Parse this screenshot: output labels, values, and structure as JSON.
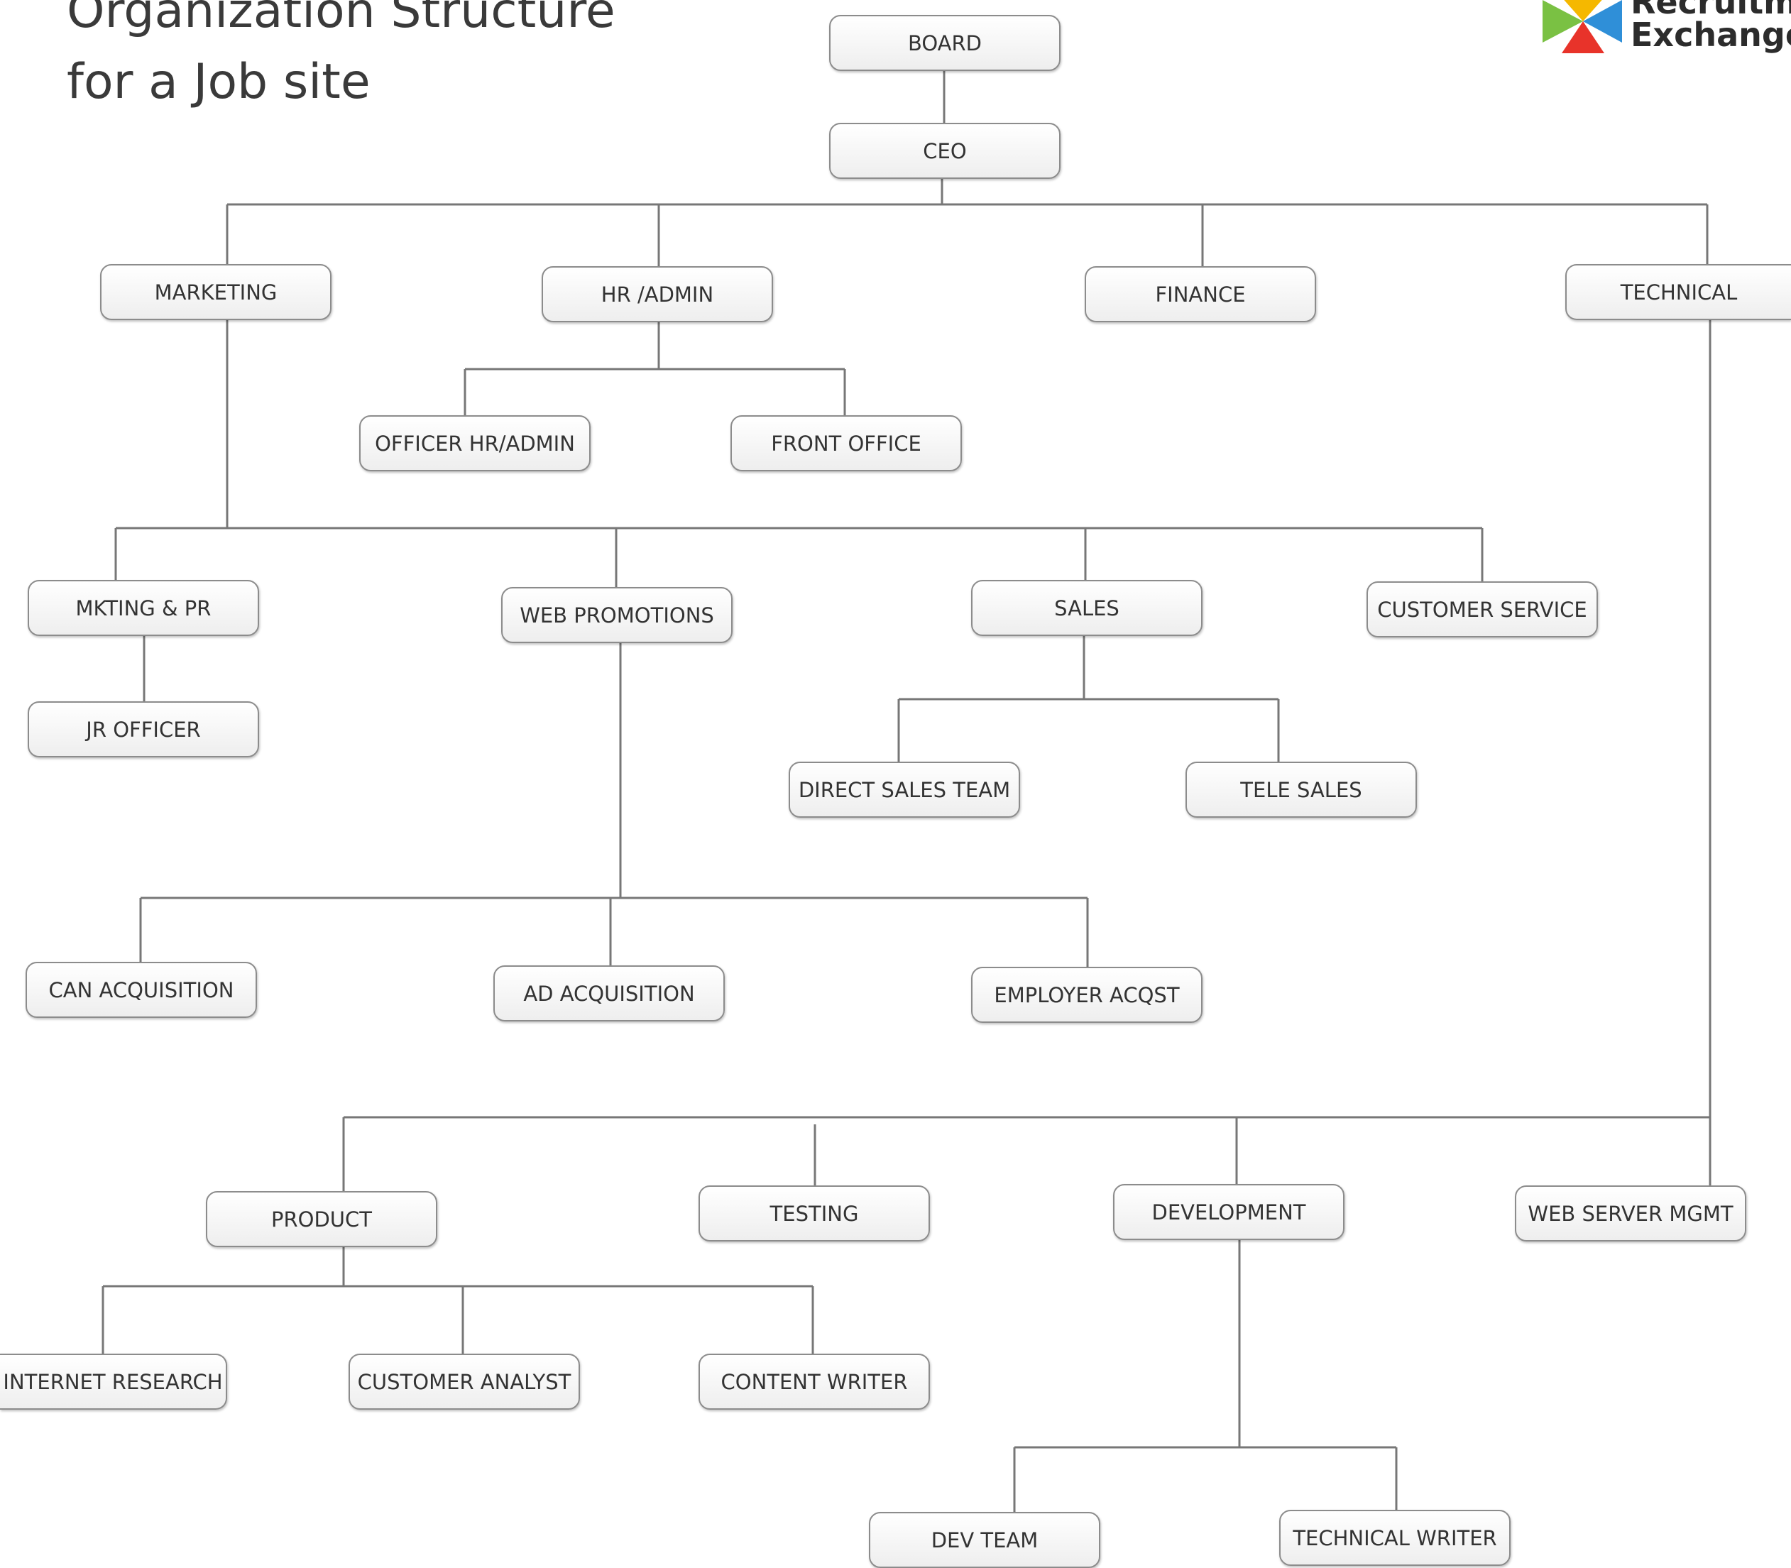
{
  "title": {
    "line1": "Organization Structure",
    "line2": "for a Job site"
  },
  "logo": {
    "line1": "Recruitment",
    "line2": "Exchange.",
    "colors": [
      "#f5b800",
      "#2f8fd8",
      "#e8332a",
      "#7ac143"
    ]
  },
  "line_color": "#777777",
  "nodes": {
    "board": "BOARD",
    "ceo": "CEO",
    "marketing": "MARKETING",
    "hr_admin": "HR /ADMIN",
    "finance": "FINANCE",
    "technical": "TECHNICAL",
    "officer_hr_admin": "OFFICER HR/ADMIN",
    "front_office": "FRONT OFFICE",
    "mkting_pr": "MKTING & PR",
    "web_promotions": "WEB PROMOTIONS",
    "sales": "SALES",
    "customer_service": "CUSTOMER SERVICE",
    "jr_officer": "JR OFFICER",
    "direct_sales_team": "DIRECT SALES TEAM",
    "tele_sales": "TELE SALES",
    "can_acquisition": "CAN ACQUISITION",
    "ad_acquisition": "AD ACQUISITION",
    "employer_acqst": "EMPLOYER ACQST",
    "product": "PRODUCT",
    "testing": "TESTING",
    "development": "DEVELOPMENT",
    "web_server_mgmt": "WEB SERVER MGMT",
    "internet_research": "INTERNET RESEARCH",
    "customer_analyst": "CUSTOMER ANALYST",
    "content_writer": "CONTENT WRITER",
    "dev_team": "DEV TEAM",
    "technical_writer": "TECHNICAL WRITER"
  }
}
